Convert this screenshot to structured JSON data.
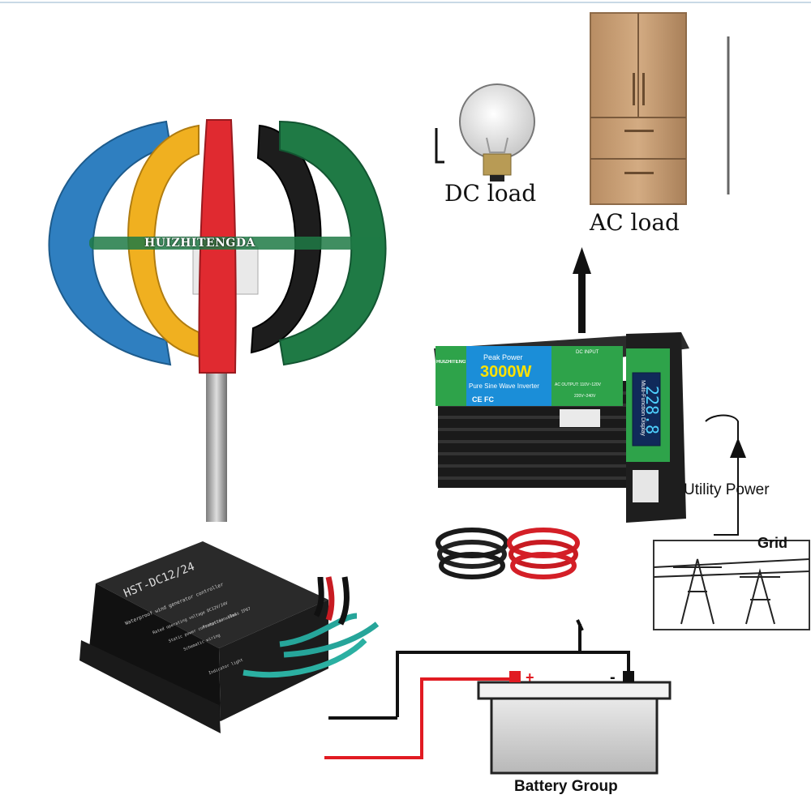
{
  "labels": {
    "dc_load": "DC load",
    "ac_load": "AC load",
    "utility_power": "Utility Power",
    "grid": "Grid",
    "battery_group": "Battery Group",
    "brand": "HUIZHITENGDA"
  },
  "inverter": {
    "brand": "HUIZHITENGDA",
    "peak_power": "Peak Power",
    "wattage": "3000W",
    "product": "Pure Sine Wave Inverter",
    "certs": "CE FC",
    "dc_input": "DC INPUT",
    "ac_output": "AC OUTPUT: 110V~120V",
    "ac_output_2": "220V~240V",
    "display_title": "Multi-Function Display",
    "display_value": "228.8"
  },
  "controller": {
    "model": "HST-DC12/24",
    "subtitle": "Waterproof wind generator controller",
    "spec1": "Rated operating voltage  DC12V/24V",
    "spec2": "Static power consumption  ≤10mA",
    "spec3": "Protection class  IP67",
    "wiring": "Schematic wiring",
    "indicator": "Indicator light"
  },
  "colors": {
    "blade_blue": "#2f7fc0",
    "blade_yellow": "#f0b020",
    "blade_red": "#e02a30",
    "blade_black": "#1d1d1d",
    "blade_green": "#1f7a45",
    "inverter_green": "#2ea34a",
    "inverter_blue": "#1b8ed8"
  }
}
